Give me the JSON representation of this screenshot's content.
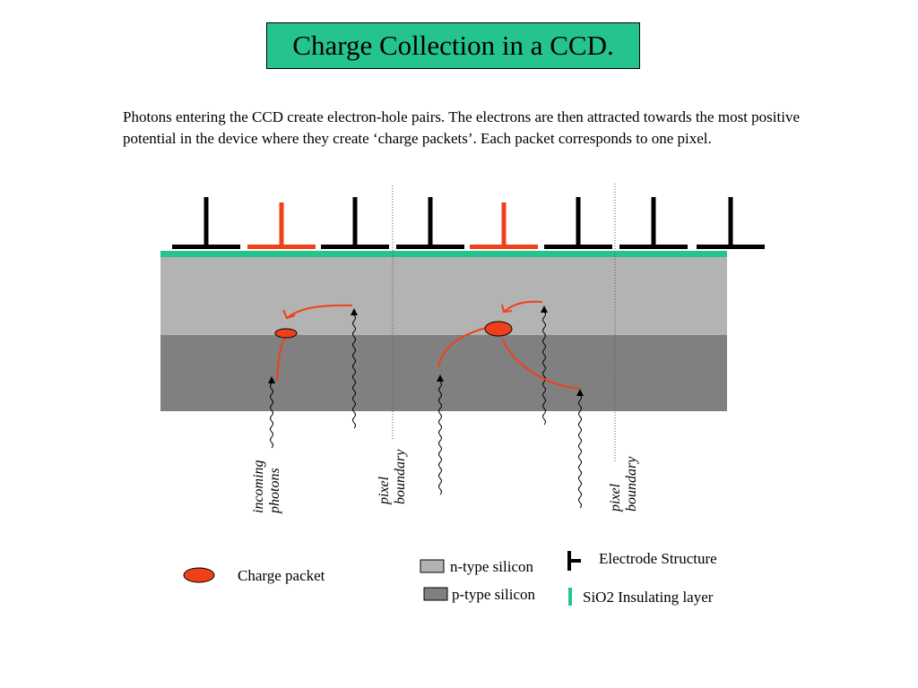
{
  "title": "Charge Collection in a CCD.",
  "intro": "Photons entering the CCD create electron-hole pairs. The electrons are then attracted towards the most positive potential in the device where they create ‘charge packets’. Each packet corresponds to one pixel.",
  "labels": {
    "incoming": [
      "incoming",
      "photons"
    ],
    "boundary_left": [
      "pixel",
      "boundary"
    ],
    "boundary_right": [
      "pixel",
      "boundary"
    ]
  },
  "legend": {
    "charge_packet": "Charge packet",
    "n_type": "n-type silicon",
    "p_type": "p-type silicon",
    "electrode": "Electrode Structure",
    "sio2": "SiO2 Insulating layer"
  },
  "colors": {
    "title_bg": "#25c48c",
    "sio2": "#25c48c",
    "n_type": "#b3b3b3",
    "p_type": "#808080",
    "electrode": "#000000",
    "electrode_active": "#f0401a",
    "charge_packet": "#f0401a"
  },
  "electrodes": [
    {
      "active": false
    },
    {
      "active": true
    },
    {
      "active": false
    },
    {
      "active": false
    },
    {
      "active": true
    },
    {
      "active": false
    },
    {
      "active": false
    },
    {
      "active": false
    }
  ]
}
